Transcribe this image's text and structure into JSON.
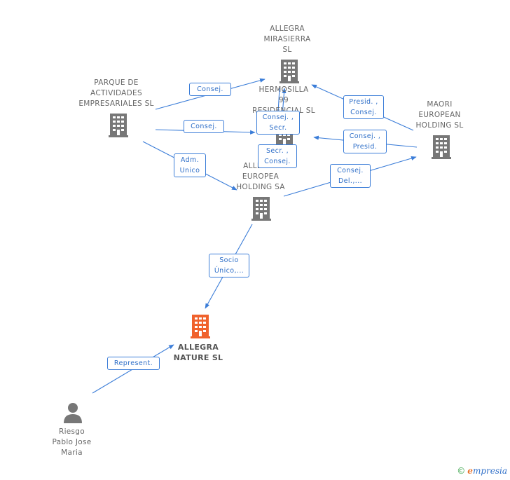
{
  "nodes": {
    "allegra_mirasierra": {
      "label": "ALLEGRA\nMIRASIERRA\nSL"
    },
    "hermosilla": {
      "label": "HERMOSILLA\n99\nRESIDENCIAL SL"
    },
    "parque": {
      "label": "PARQUE DE\nACTIVIDADES\nEMPRESARIALES SL"
    },
    "maori": {
      "label": "MAORI\nEUROPEAN\nHOLDING  SL"
    },
    "allegra_europea": {
      "label": "ALLEGRA\nEUROPEA\nHOLDING SA"
    },
    "allegra_nature": {
      "label": "ALLEGRA\nNATURE  SL"
    },
    "riesgo": {
      "label": "Riesgo\nPablo Jose\nMaria"
    }
  },
  "edges": {
    "e1": "Consej.",
    "e2": "Consej.",
    "e3": "Adm.\nUnico",
    "e4": "Presid. ,\nConsej.",
    "e5": "Consej. ,\nSecr.",
    "e6": "Secr. ,\nConsej.",
    "e7": "Consej. ,\nPresid.",
    "e8": "Consej.\nDel.,...",
    "e9": "Socio\nÚnico,...",
    "e10": "Represent."
  },
  "colors": {
    "edge": "#3b7dd8",
    "building": "#777777",
    "focus": "#f0622d",
    "person": "#777777"
  },
  "footer": {
    "copyright": "©",
    "brand_first": "e",
    "brand_rest": "mpresia"
  }
}
